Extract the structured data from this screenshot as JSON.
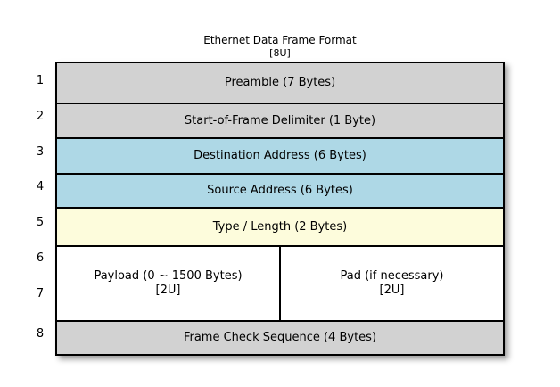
{
  "title": {
    "main": "Ethernet Data Frame Format",
    "sub": "[8U]"
  },
  "colors": {
    "header_gray": "#D2D2D2",
    "address_blue": "#AED8E6",
    "type_yellow": "#FDFCDC",
    "payload_white": "#FFFFFF",
    "border": "#000000",
    "page_background": "#FFFFFF"
  },
  "row_numbers": [
    "1",
    "2",
    "3",
    "4",
    "5",
    "6",
    "7",
    "8"
  ],
  "rows": [
    {
      "number": "1",
      "label": "Preamble (7 Bytes)",
      "fill": "#D2D2D2"
    },
    {
      "number": "2",
      "label": "Start-of-Frame Delimiter (1 Byte)",
      "fill": "#D2D2D2"
    },
    {
      "number": "3",
      "label": "Destination Address (6 Bytes)",
      "fill": "#AED8E6"
    },
    {
      "number": "4",
      "label": "Source Address (6 Bytes)",
      "fill": "#AED8E6"
    },
    {
      "number": "5",
      "label": "Type / Length (2 Bytes)",
      "fill": "#FDFCDC"
    },
    {
      "number": "6-7",
      "fill": "#FFFFFF",
      "split": true,
      "left": {
        "label": "Payload (0 ~ 1500 Bytes)",
        "sub": "[2U]"
      },
      "right": {
        "label": "Pad (if necessary)",
        "sub": "[2U]"
      }
    },
    {
      "number": "8",
      "label": "Frame Check Sequence (4 Bytes)",
      "fill": "#D2D2D2"
    }
  ]
}
